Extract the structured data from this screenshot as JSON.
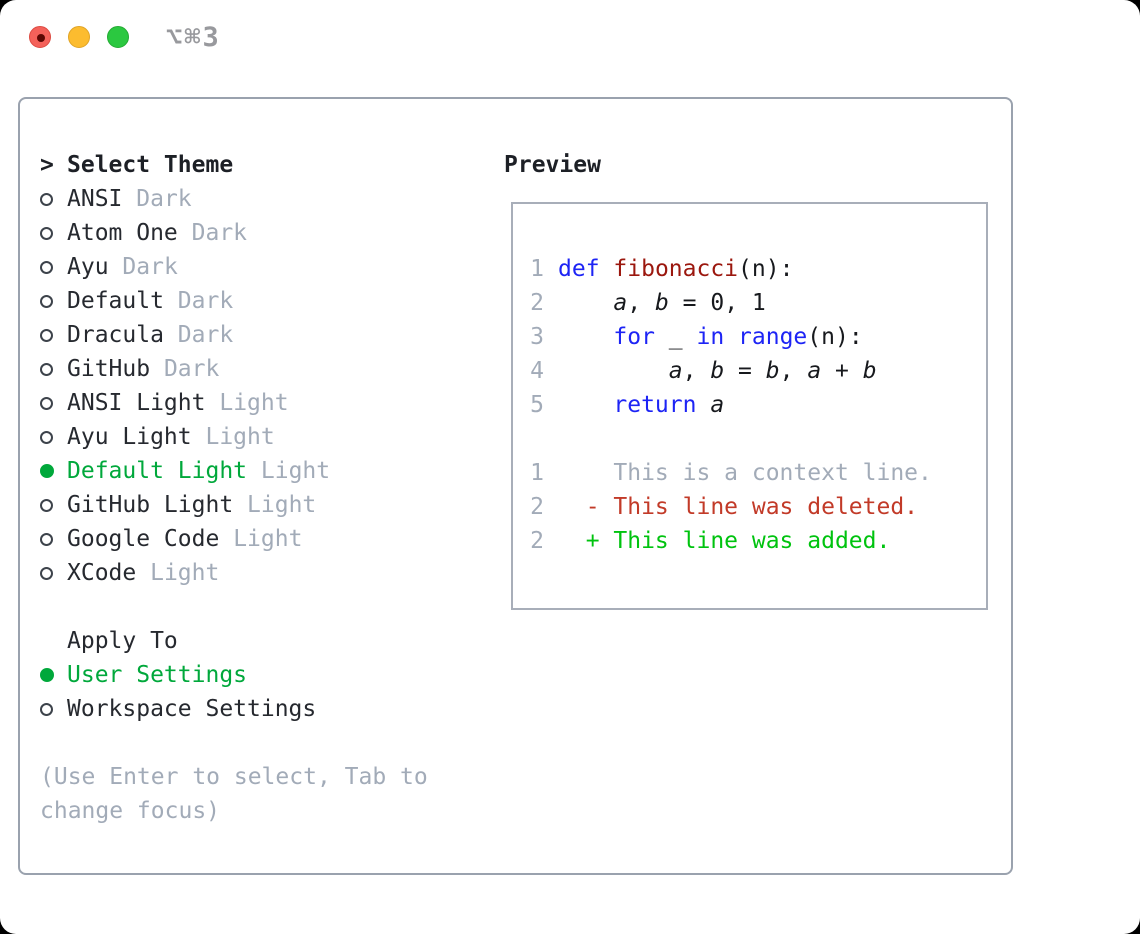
{
  "window": {
    "title": "⌥⌘3",
    "buttons": [
      "close",
      "minimize",
      "zoom"
    ]
  },
  "colors": {
    "selected_green": "#00a83b",
    "added_green": "#00c30f",
    "deleted_red": "#c23a28",
    "keyword_blue": "#1d24f5",
    "function_red": "#9b170e",
    "muted_gray": "#a2abb8",
    "text_dark": "#26292f",
    "panel_border": "#9aa2ae",
    "traffic_red": "#f4615a",
    "traffic_yellow": "#fcbc2f",
    "traffic_green": "#2bc840"
  },
  "themes": {
    "prompt": ">",
    "title": "Select Theme",
    "items": [
      {
        "name": "ANSI",
        "variant": "Dark",
        "selected": false
      },
      {
        "name": "Atom One",
        "variant": "Dark",
        "selected": false
      },
      {
        "name": "Ayu",
        "variant": "Dark",
        "selected": false
      },
      {
        "name": "Default",
        "variant": "Dark",
        "selected": false
      },
      {
        "name": "Dracula",
        "variant": "Dark",
        "selected": false
      },
      {
        "name": "GitHub",
        "variant": "Dark",
        "selected": false
      },
      {
        "name": "ANSI Light",
        "variant": "Light",
        "selected": false
      },
      {
        "name": "Ayu Light",
        "variant": "Light",
        "selected": false
      },
      {
        "name": "Default Light",
        "variant": "Light",
        "selected": true
      },
      {
        "name": "GitHub Light",
        "variant": "Light",
        "selected": false
      },
      {
        "name": "Google Code",
        "variant": "Light",
        "selected": false
      },
      {
        "name": "XCode",
        "variant": "Light",
        "selected": false
      }
    ]
  },
  "apply": {
    "title": "Apply To",
    "options": [
      {
        "name": "User Settings",
        "selected": true
      },
      {
        "name": "Workspace Settings",
        "selected": false
      }
    ]
  },
  "hint": {
    "lines": [
      "(Use Enter to select, Tab to",
      "change focus)"
    ]
  },
  "preview": {
    "title": "Preview",
    "code_lines": [
      {
        "num": "1",
        "segments": [
          {
            "t": "def",
            "c": "kw"
          },
          {
            "t": " ",
            "c": "p"
          },
          {
            "t": "fibonacci",
            "c": "fn"
          },
          {
            "t": "(n):",
            "c": "p"
          }
        ]
      },
      {
        "num": "2",
        "segments": [
          {
            "t": "    ",
            "c": "p"
          },
          {
            "t": "a",
            "c": "v"
          },
          {
            "t": ", ",
            "c": "p"
          },
          {
            "t": "b",
            "c": "v"
          },
          {
            "t": " = 0, 1",
            "c": "p"
          }
        ]
      },
      {
        "num": "3",
        "segments": [
          {
            "t": "    ",
            "c": "p"
          },
          {
            "t": "for",
            "c": "kw"
          },
          {
            "t": " _ ",
            "c": "p"
          },
          {
            "t": "in",
            "c": "kw"
          },
          {
            "t": " ",
            "c": "p"
          },
          {
            "t": "range",
            "c": "kw"
          },
          {
            "t": "(n):",
            "c": "p"
          }
        ]
      },
      {
        "num": "4",
        "segments": [
          {
            "t": "        ",
            "c": "p"
          },
          {
            "t": "a",
            "c": "v"
          },
          {
            "t": ", ",
            "c": "p"
          },
          {
            "t": "b",
            "c": "v"
          },
          {
            "t": " = ",
            "c": "p"
          },
          {
            "t": "b",
            "c": "v"
          },
          {
            "t": ", ",
            "c": "p"
          },
          {
            "t": "a",
            "c": "v"
          },
          {
            "t": " + ",
            "c": "p"
          },
          {
            "t": "b",
            "c": "v"
          }
        ]
      },
      {
        "num": "5",
        "segments": [
          {
            "t": "    ",
            "c": "p"
          },
          {
            "t": "return",
            "c": "kw"
          },
          {
            "t": " ",
            "c": "p"
          },
          {
            "t": "a",
            "c": "v"
          }
        ]
      },
      {
        "num": "",
        "segments": []
      },
      {
        "num": "1",
        "segments": [
          {
            "t": "    This is a context line.",
            "c": "ctx"
          }
        ]
      },
      {
        "num": "2",
        "segments": [
          {
            "t": "  - This line was deleted.",
            "c": "del"
          }
        ]
      },
      {
        "num": "2",
        "segments": [
          {
            "t": "  + This line was added.",
            "c": "add"
          }
        ]
      }
    ]
  }
}
